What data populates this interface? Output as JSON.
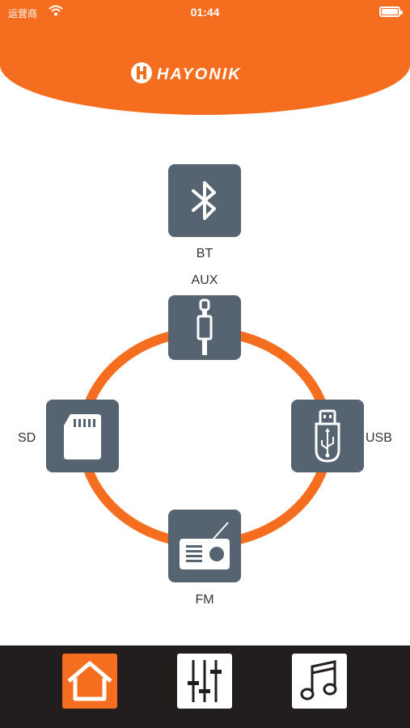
{
  "status_bar": {
    "carrier": "运营商",
    "time": "01:44",
    "wifi_icon": "wifi-icon",
    "battery_icon": "battery-icon"
  },
  "header": {
    "brand": "HAYONIK",
    "color": "#f56d1f"
  },
  "sources": {
    "bt": {
      "label": "BT",
      "icon": "bluetooth-icon"
    },
    "aux": {
      "label": "AUX",
      "icon": "aux-jack-icon"
    },
    "sd": {
      "label": "SD",
      "icon": "sd-card-icon"
    },
    "usb": {
      "label": "USB",
      "icon": "usb-icon"
    },
    "fm": {
      "label": "FM",
      "icon": "radio-icon"
    }
  },
  "tabbar": {
    "tabs": [
      {
        "name": "home",
        "icon": "home-icon",
        "active": true
      },
      {
        "name": "equalizer",
        "icon": "equalizer-icon",
        "active": false
      },
      {
        "name": "music",
        "icon": "music-note-icon",
        "active": false
      }
    ]
  },
  "colors": {
    "accent": "#f56d1f",
    "tile": "#566370",
    "tabbar": "#231e1e"
  }
}
